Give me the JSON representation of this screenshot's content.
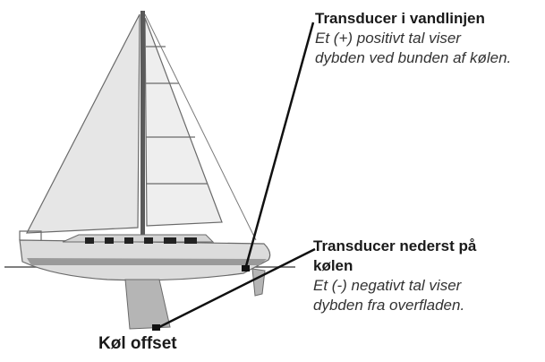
{
  "colors": {
    "sail_fill": "#e6e6e6",
    "sail_stroke": "#6a6a6a",
    "hull_fill": "#d9d9d9",
    "hull_stripe": "#9a9a9a",
    "keel_fill": "#b5b5b5",
    "ink": "#1a1a1a"
  },
  "callouts": {
    "waterline": {
      "heading": "Transducer i vandlinjen",
      "line1": "Et (+) positivt tal viser",
      "line2": "dybden ved bunden af kølen."
    },
    "keel_bottom": {
      "heading_line1": "Transducer nederst på",
      "heading_line2": "kølen",
      "line1": "Et (-) negativt tal viser",
      "line2": "dybden fra overfladen."
    }
  },
  "keel_caption": "Køl offset"
}
